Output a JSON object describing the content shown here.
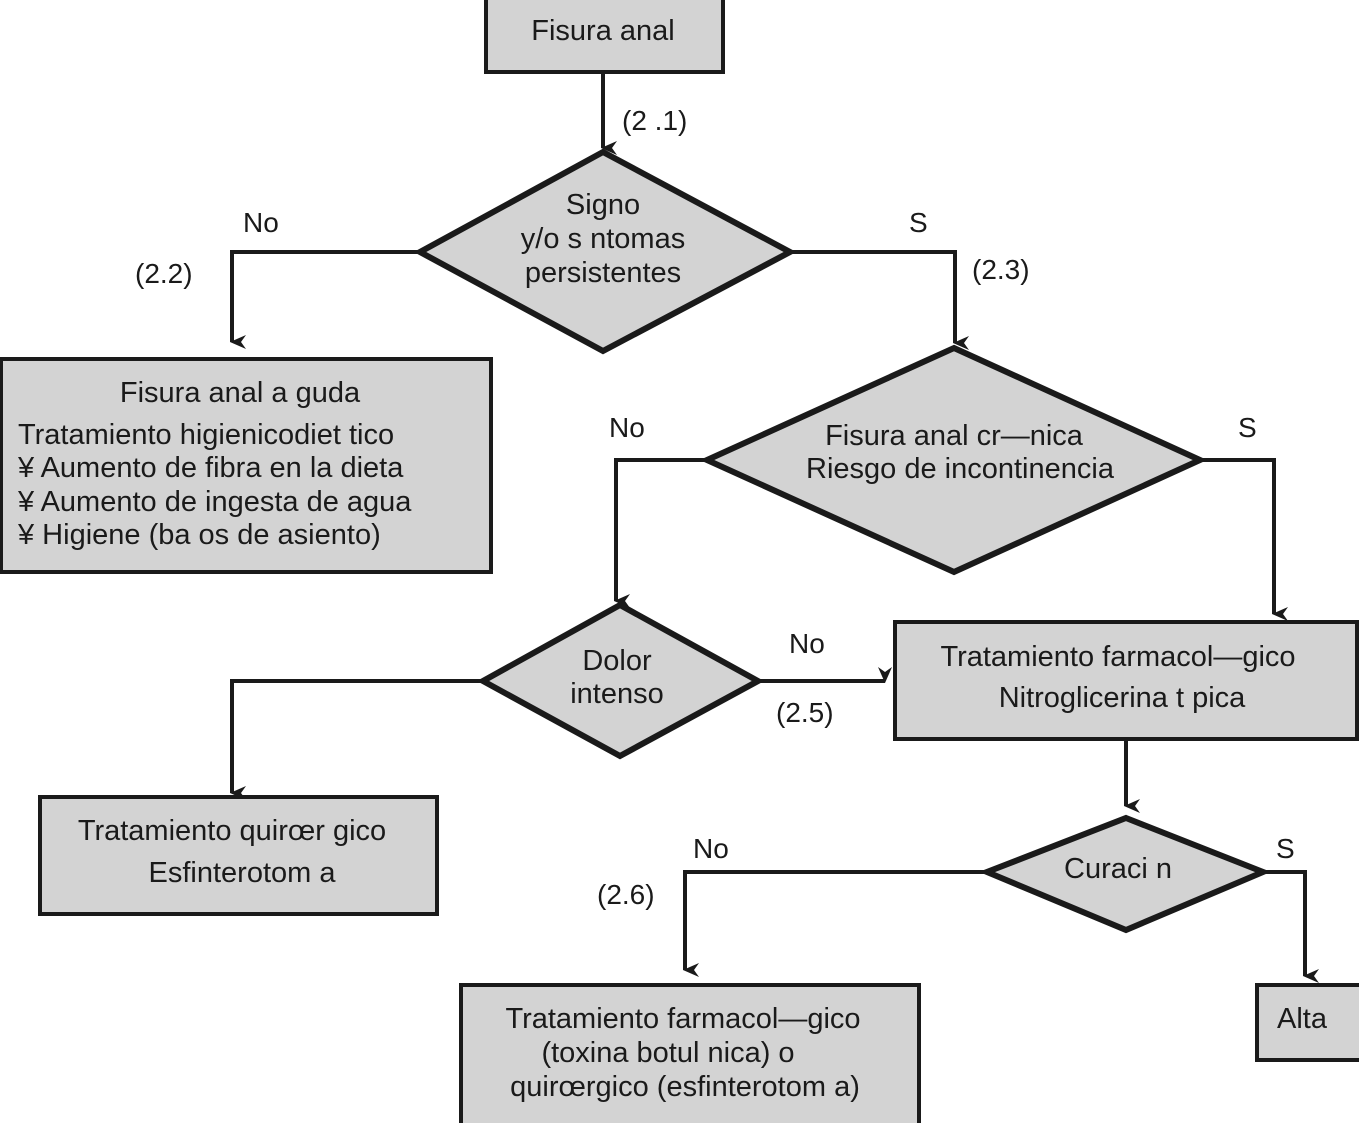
{
  "diagram": {
    "colors": {
      "node_fill": "#d3d3d3",
      "stroke": "#1a1a1a",
      "background": "#ffffff"
    },
    "nodes": {
      "start": {
        "lines": [
          "Fisura anal"
        ]
      },
      "decision_symptoms": {
        "lines": [
          "Signo",
          "y/o s ntomas",
          "persistentes"
        ]
      },
      "acute_treatment": {
        "lines": [
          "Fisura  anal a guda",
          "Tratamiento higienicodiet tico",
          "¥ Aumento de fibra en la dieta",
          "¥ Aumento de ingesta de agua",
          "¥ Higiene (ba os de asiento)"
        ]
      },
      "decision_chronic": {
        "lines": [
          "Fisura anal cr—nica",
          "Riesgo de incontinencia"
        ]
      },
      "decision_pain": {
        "lines": [
          "Dolor",
          "intenso"
        ]
      },
      "pharma_treatment": {
        "lines": [
          "Tratamiento  farmacol—gico",
          "Nitroglicerina t pica"
        ]
      },
      "surgical_treatment": {
        "lines": [
          "Tratamiento  quirœr gico",
          "Esfinterotom a"
        ]
      },
      "decision_cure": {
        "lines": [
          "Curaci n"
        ]
      },
      "second_line_treatment": {
        "lines": [
          "Tratamiento  farmacol—gico",
          "(toxina botul nica) o",
          "quirœrgico  (esfinterotom a)"
        ]
      },
      "discharge": {
        "lines": [
          "Alta"
        ]
      }
    },
    "edge_labels": {
      "e21": "(2 .1)",
      "e22_answer": "No",
      "e22": "(2.2)",
      "e23_answer": "S",
      "e23": "(2.3)",
      "chronic_no": "No",
      "chronic_yes": "S",
      "pain_no": "No",
      "e25": "(2.5)",
      "cure_no": "No",
      "e26": "(2.6)",
      "cure_yes": "S"
    }
  }
}
